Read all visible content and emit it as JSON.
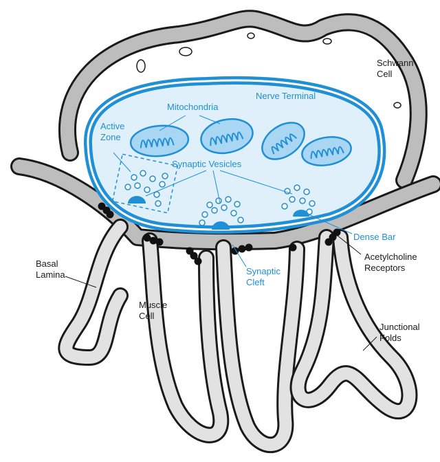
{
  "labels": {
    "schwann_cell": [
      "Schwann",
      "Cell"
    ],
    "nerve_terminal": "Nerve Terminal",
    "mitochondria": "Mitochondria",
    "active_zone": [
      "Active",
      "Zone"
    ],
    "synaptic_vesicles": "Synaptic Vesicles",
    "dense_bar": "Dense Bar",
    "synaptic_cleft": [
      "Synaptic",
      "Cleft"
    ],
    "acetylcholine_receptors": [
      "Acetylcholine",
      "Receptors"
    ],
    "basal_lamina": [
      "Basal",
      "Lamina"
    ],
    "muscle_cell": [
      "Muscle",
      "Cell"
    ],
    "junctional_folds": [
      "Junctional",
      "Folds"
    ]
  },
  "colors": {
    "nerve_blue": "#1f8fd6",
    "nerve_fill": "#dff0fb",
    "membrane_gray": "#bdbdbd",
    "outline": "#1a1a1a",
    "receptor": "#111111"
  }
}
